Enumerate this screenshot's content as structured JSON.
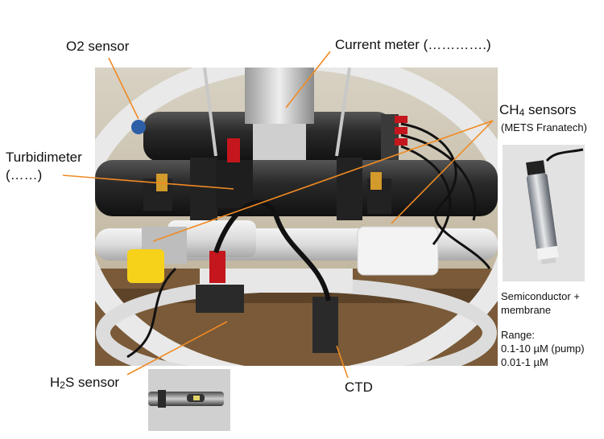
{
  "labels": {
    "o2": "O2 sensor",
    "current_meter": "Current meter (………….)",
    "turbidimeter_line1": "Turbidimeter",
    "turbidimeter_line2": "(……)",
    "ch4_prefix": "CH",
    "ch4_sub": "4",
    "ch4_suffix": " sensors",
    "ch4_maker": "(METS Franatech)",
    "semiconductor_line1": "Semiconductor +",
    "semiconductor_line2": "membrane",
    "range_title": "Range:",
    "range_pump": "0.1-10 µM (pump)",
    "range_passive": "0.01-1 µM",
    "h2s_prefix": "H",
    "h2s_sub": "2",
    "h2s_suffix": "S sensor",
    "ctd": "CTD"
  },
  "colors": {
    "leader": "#f08a24",
    "background": "#ffffff"
  }
}
